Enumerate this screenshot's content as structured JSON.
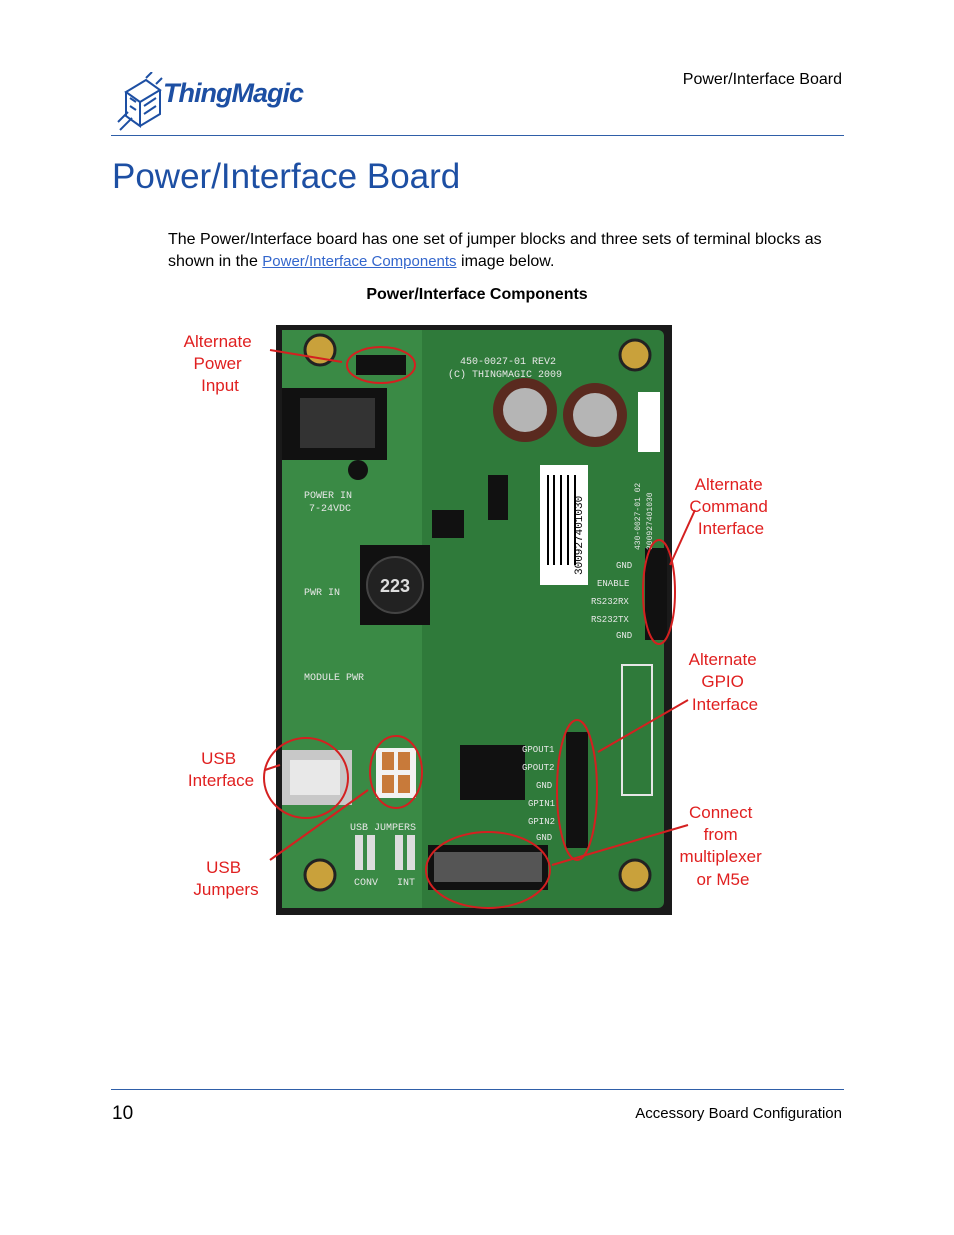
{
  "header": {
    "logo_text": "ThingMagic",
    "section_title": "Power/Interface Board"
  },
  "title": "Power/Interface Board",
  "paragraph": {
    "before_link": "The Power/Interface board has one set of jumper blocks and three sets of terminal blocks as shown in the ",
    "link": "Power/Interface Components",
    "after_link": " image below."
  },
  "figure": {
    "caption": "Power/Interface Components",
    "callouts": {
      "alt_power": [
        "Alternate",
        "Power",
        "Input"
      ],
      "alt_command": [
        "Alternate",
        "Command",
        "Interface"
      ],
      "alt_gpio": [
        "Alternate",
        "GPIO",
        "Interface"
      ],
      "usb_interface": [
        "USB",
        "Interface"
      ],
      "usb_jumpers": [
        "USB",
        "Jumpers"
      ],
      "connect": [
        "Connect",
        "from",
        "multiplexer",
        "or M5e"
      ]
    },
    "board_labels": {
      "part_no": "450-0027-01 REV2",
      "copyright": "(C) THINGMAGIC 2009",
      "power_in": "POWER IN",
      "voltage": "7-24VDC",
      "pwr_in": "PWR IN",
      "module_pwr": "MODULE PWR",
      "usb_jumpers": "USB JUMPERS",
      "conv": "CONV",
      "int": "INT",
      "inductor": "223",
      "barcode": "300927401030",
      "sticker_line1": "430-0027-01 02",
      "sticker_line2": "300927401030",
      "j3_pins": [
        "GND",
        "ENABLE",
        "RS232RX",
        "RS232TX",
        "GND"
      ],
      "gpio_pins": [
        "GPOUT1",
        "GPOUT2",
        "GND",
        "GPIN1",
        "GPIN2",
        "GND"
      ]
    }
  },
  "footer": {
    "page_number": "10",
    "chapter": "Accessory Board Configuration"
  }
}
